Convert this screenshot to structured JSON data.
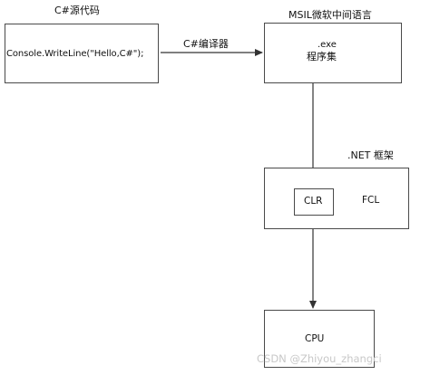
{
  "nodes": {
    "source": {
      "label": "C#源代码",
      "content": "Console.WriteLine(\"Hello,C#\");"
    },
    "msil": {
      "label": "MSIL微软中间语言",
      "ext": ".exe",
      "name": "程序集"
    },
    "net": {
      "label": ".NET 框架",
      "clr": "CLR",
      "fcl": "FCL"
    },
    "cpu": {
      "name": "CPU"
    }
  },
  "edges": {
    "compile": "C#编译器"
  },
  "watermark": "CSDN @Zhiyou_zhangci",
  "colors": {
    "line": "#333333",
    "box_border": "#4a4a4a",
    "watermark": "#c8c8c8"
  }
}
